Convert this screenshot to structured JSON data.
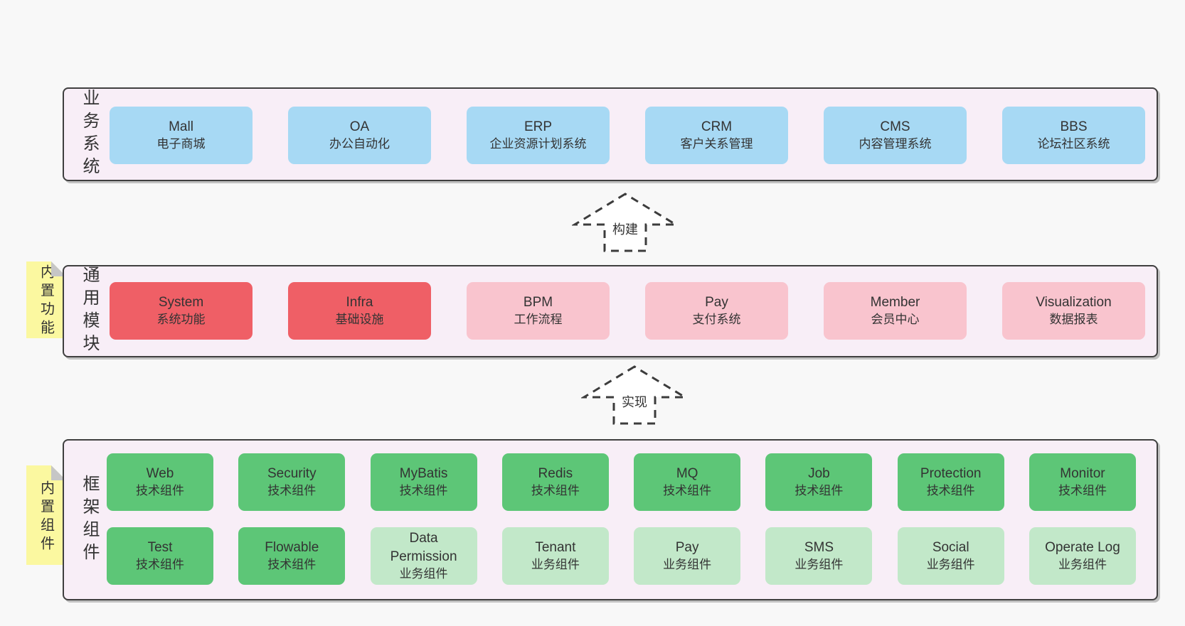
{
  "colors": {
    "page_bg": "#f8f8f8",
    "panel_bg": "#f8eef7",
    "panel_border": "#3f3f3f",
    "blue": "#a7d9f4",
    "red": "#ef5f66",
    "pink": "#f9c4ce",
    "green_dark": "#5dc677",
    "green_light": "#c2e8c9",
    "note_yellow": "#fbf8a0"
  },
  "arrows": {
    "build": "构建",
    "implement": "实现"
  },
  "business": {
    "label": "业务系统",
    "boxes": [
      {
        "name": "Mall",
        "desc": "电子商城"
      },
      {
        "name": "OA",
        "desc": "办公自动化"
      },
      {
        "name": "ERP",
        "desc": "企业资源计划系统"
      },
      {
        "name": "CRM",
        "desc": "客户关系管理"
      },
      {
        "name": "CMS",
        "desc": "内容管理系统"
      },
      {
        "name": "BBS",
        "desc": "论坛社区系统"
      }
    ]
  },
  "modules": {
    "label": "通用模块",
    "note": "内置功能",
    "boxes": [
      {
        "name": "System",
        "desc": "系统功能",
        "variant": "red"
      },
      {
        "name": "Infra",
        "desc": "基础设施",
        "variant": "red"
      },
      {
        "name": "BPM",
        "desc": "工作流程",
        "variant": "pink"
      },
      {
        "name": "Pay",
        "desc": "支付系统",
        "variant": "pink"
      },
      {
        "name": "Member",
        "desc": "会员中心",
        "variant": "pink"
      },
      {
        "name": "Visualization",
        "desc": "数据报表",
        "variant": "pink"
      }
    ]
  },
  "framework": {
    "label": "框架组件",
    "note": "内置组件",
    "row1": [
      {
        "name": "Web",
        "desc": "技术组件",
        "variant": "green-dark"
      },
      {
        "name": "Security",
        "desc": "技术组件",
        "variant": "green-dark"
      },
      {
        "name": "MyBatis",
        "desc": "技术组件",
        "variant": "green-dark"
      },
      {
        "name": "Redis",
        "desc": "技术组件",
        "variant": "green-dark"
      },
      {
        "name": "MQ",
        "desc": "技术组件",
        "variant": "green-dark"
      },
      {
        "name": "Job",
        "desc": "技术组件",
        "variant": "green-dark"
      },
      {
        "name": "Protection",
        "desc": "技术组件",
        "variant": "green-dark"
      },
      {
        "name": "Monitor",
        "desc": "技术组件",
        "variant": "green-dark"
      }
    ],
    "row2": [
      {
        "name": "Test",
        "desc": "技术组件",
        "variant": "green-dark"
      },
      {
        "name": "Flowable",
        "desc": "技术组件",
        "variant": "green-dark"
      },
      {
        "name": "Data Permission",
        "desc": "业务组件",
        "variant": "green-light"
      },
      {
        "name": "Tenant",
        "desc": "业务组件",
        "variant": "green-light"
      },
      {
        "name": "Pay",
        "desc": "业务组件",
        "variant": "green-light"
      },
      {
        "name": "SMS",
        "desc": "业务组件",
        "variant": "green-light"
      },
      {
        "name": "Social",
        "desc": "业务组件",
        "variant": "green-light"
      },
      {
        "name": "Operate Log",
        "desc": "业务组件",
        "variant": "green-light"
      }
    ]
  }
}
